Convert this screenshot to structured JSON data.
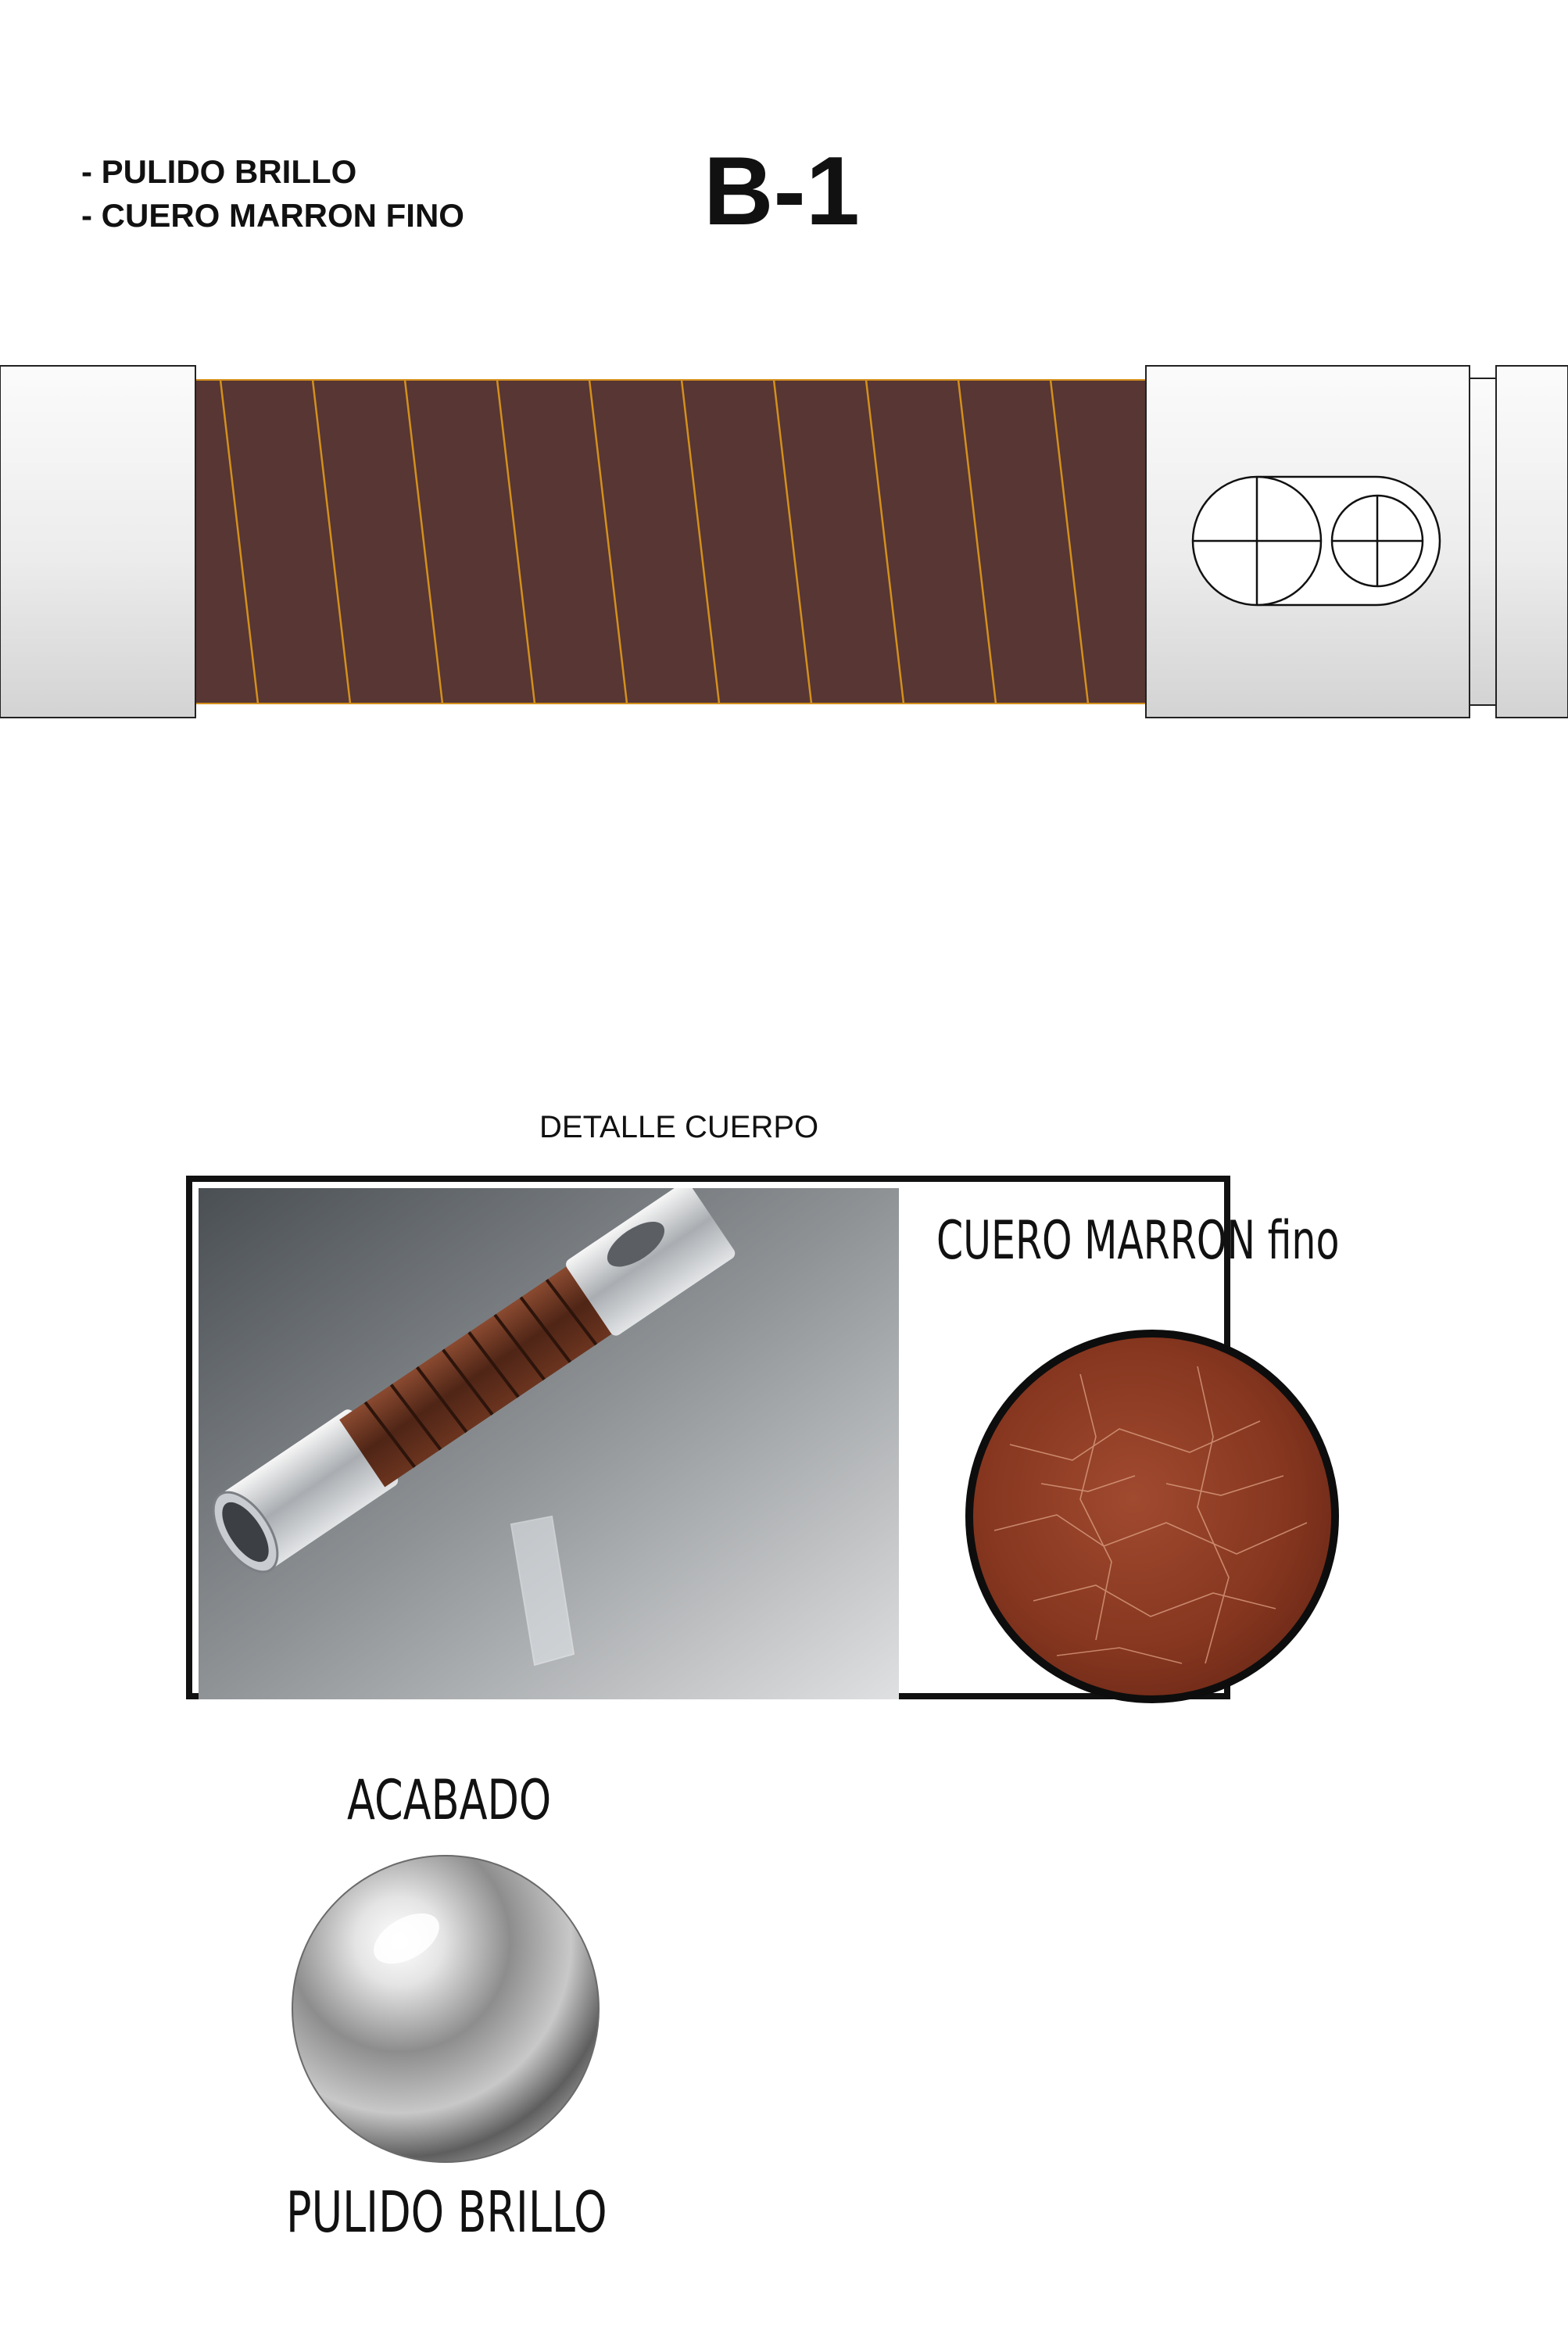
{
  "header": {
    "notes": [
      "- PULIDO BRILLO",
      "- CUERO MARRON FINO"
    ],
    "model_code": "B-1"
  },
  "drawing": {
    "leather_color": "#573633",
    "stitch_color": "#d4901c",
    "metal_light": "#f8f8f8",
    "metal_dark": "#d6d6d6"
  },
  "detail": {
    "caption": "DETALLE CUERPO",
    "leather_title": "CUERO MARRON fino",
    "leather_color": "#8a3a26"
  },
  "finish": {
    "title": "ACABADO",
    "label": "PULIDO BRILLO"
  }
}
